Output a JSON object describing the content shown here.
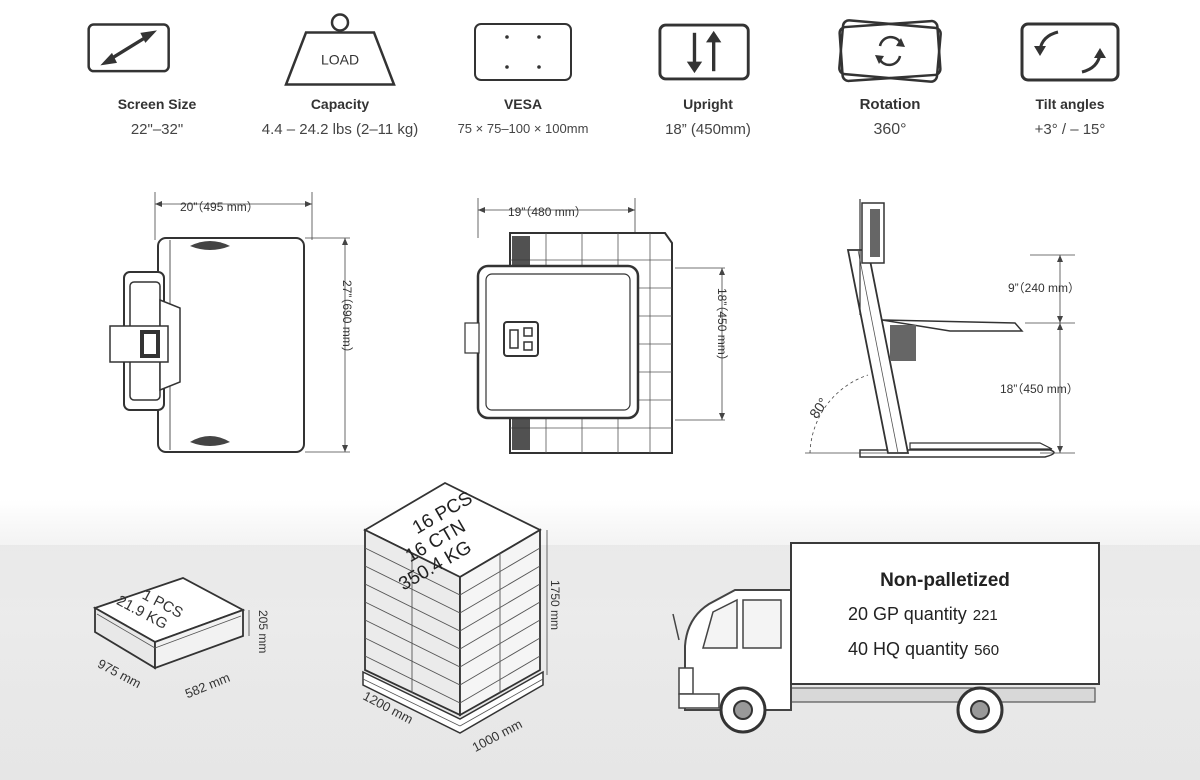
{
  "specs": [
    {
      "label": "Screen Size",
      "value": "22\"–32\"",
      "icon": "diagonal-arrow-icon"
    },
    {
      "label": "Capacity",
      "value": "4.4 – 24.2 lbs (2–11 kg)",
      "icon": "load-weight-icon",
      "icon_text": "LOAD"
    },
    {
      "label": "VESA",
      "value": "75 × 75–100 × 100mm",
      "icon": "vesa-mount-icon"
    },
    {
      "label": "Upright",
      "value": "18”   (450mm)",
      "icon": "up-down-arrows-icon"
    },
    {
      "label": "Rotation",
      "value": "360°",
      "icon": "rotation-icon"
    },
    {
      "label": "Tilt angles",
      "value": "+3°   / – 15°",
      "icon": "tilt-arrows-icon"
    }
  ],
  "drawings": {
    "front": {
      "width": "20”（495 mm）",
      "height": "27”（690 mm）"
    },
    "top": {
      "width": "19”（480 mm）",
      "height": "18”（450 mm）"
    },
    "side": {
      "upper": "9”（240 mm）",
      "lower": "18”（450 mm）",
      "angle": "80°"
    }
  },
  "packaging": {
    "single": {
      "lines": [
        "1 PCS",
        "21.9 KG"
      ],
      "length": "975 mm",
      "width": "582 mm",
      "height": "205 mm"
    },
    "pallet": {
      "lines": [
        "16 PCS",
        "16 CTN",
        "350.4 KG"
      ],
      "length": "1200 mm",
      "width": "1000 mm",
      "height": "1750 mm"
    }
  },
  "shipping": {
    "title": "Non-palletized",
    "rows": [
      {
        "label": "20 GP quantity",
        "value": "221"
      },
      {
        "label": "40 HQ quantity",
        "value": "560"
      }
    ]
  }
}
